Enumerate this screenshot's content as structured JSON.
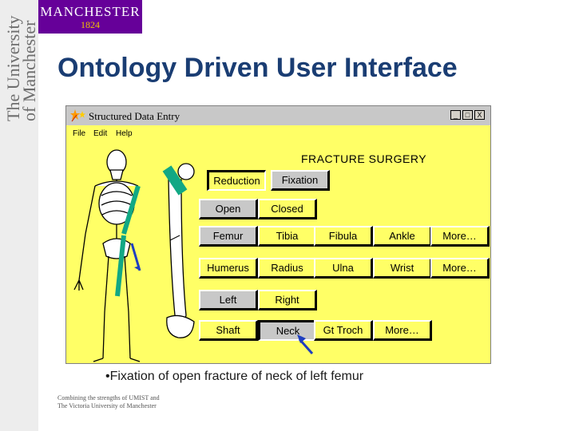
{
  "sidebar": {
    "line1": "The University",
    "line2": "of Manchester"
  },
  "logo": {
    "name": "MANCHESTER",
    "year": "1824"
  },
  "slide": {
    "title": "Ontology Driven User Interface"
  },
  "window": {
    "title": "Structured Data Entry",
    "menu": [
      "File",
      "Edit",
      "Help"
    ],
    "controls": {
      "min": "_",
      "max": "□",
      "close": "X"
    },
    "heading": "FRACTURE SURGERY",
    "rows": [
      [
        "Reduction",
        "Fixation"
      ],
      [
        "Open",
        "Closed"
      ],
      [
        "Femur",
        "Tibia",
        "Fibula",
        "Ankle",
        "More…"
      ],
      [
        "Humerus",
        "Radius",
        "Ulna",
        "Wrist",
        "More…"
      ],
      [
        "Left",
        "Right"
      ],
      [
        "Shaft",
        "Neck",
        "Gt Troch",
        "More…"
      ]
    ]
  },
  "caption": "•Fixation of open fracture of neck of left femur",
  "footer": {
    "line1": "Combining the strengths of UMIST and",
    "line2": "The Victoria University of Manchester"
  },
  "colors": {
    "window_bg": "#ffff66",
    "title_blue": "#1a3d73",
    "logo_purple": "#660099",
    "highlight_green": "#11a884",
    "pointer_blue": "#1f3fbf"
  }
}
